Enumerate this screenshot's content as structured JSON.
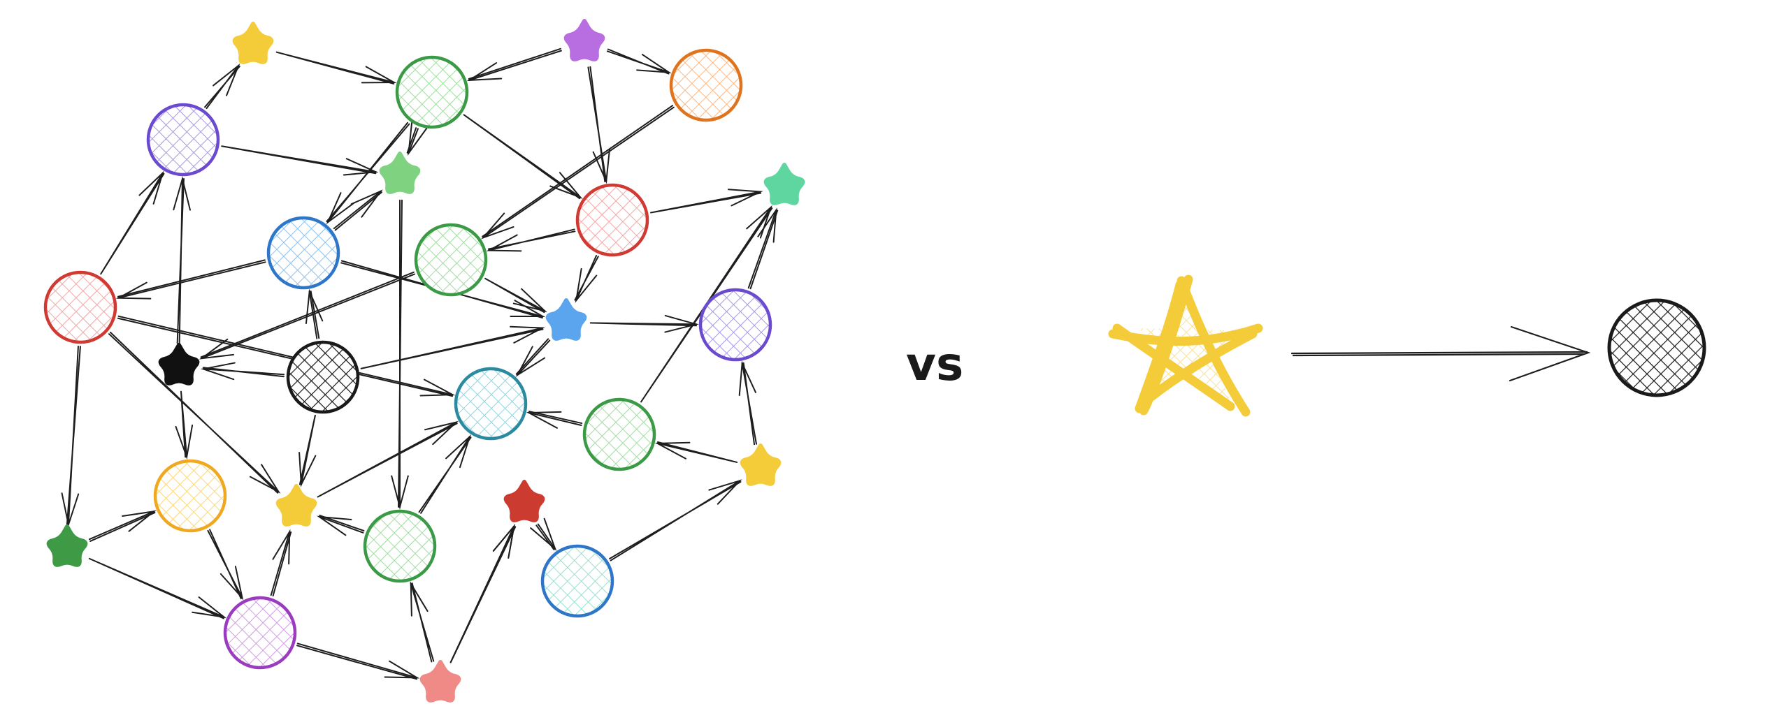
{
  "comparison": {
    "separator_label": "vs"
  },
  "colors": {
    "ink": "#1e1e1e",
    "yellow": "#f4cc3a",
    "purple_star": "#b86ee0",
    "green_star": "#7fd27f",
    "teal_star": "#5fd6a0",
    "blue_star": "#5aa5ee",
    "black_star": "#111111",
    "dark_green_star": "#3f9a46",
    "red_star": "#cc3b30",
    "pink_star": "#ef8a86"
  },
  "network": {
    "node_kinds": [
      "circle",
      "star"
    ],
    "circle_colors": [
      "purple",
      "green",
      "orange",
      "red",
      "blue",
      "cyan",
      "yellow",
      "violet",
      "black"
    ],
    "star_colors": [
      "yellow",
      "purple",
      "green",
      "teal",
      "blue",
      "black",
      "dark-green",
      "red",
      "pink"
    ]
  },
  "simple": {
    "source_shape": "star",
    "source_color": "yellow",
    "target_shape": "circle",
    "target_color": "black"
  }
}
